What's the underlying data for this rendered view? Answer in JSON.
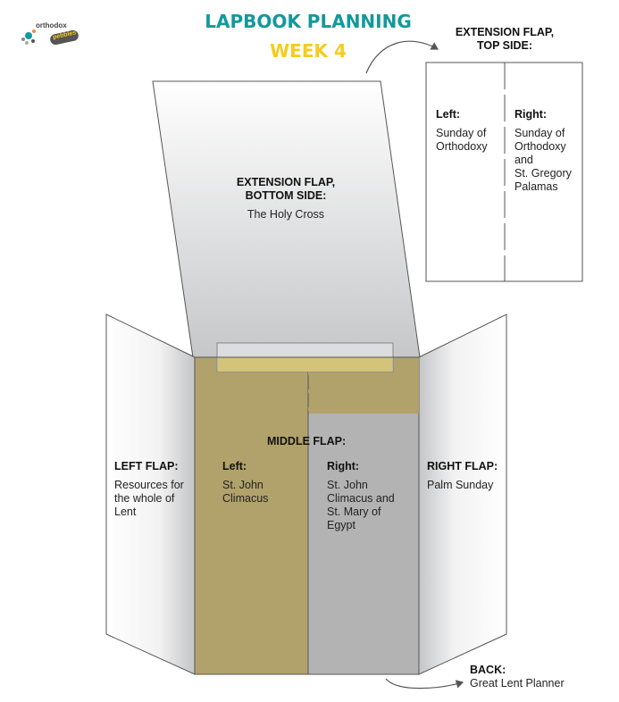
{
  "logo": {
    "text_top": "orthodox",
    "text_bottom": "pebbles"
  },
  "header": {
    "title": "LAPBOOK PLANNING",
    "subtitle": "WEEK 4"
  },
  "colors": {
    "title": "#13999a",
    "subtitle": "#f5cc1f",
    "middle_left": "#b0a26a",
    "middle_right": "#b3b3b3",
    "tape": "#d4c47a"
  },
  "extension_top": {
    "heading_line1": "EXTENSION FLAP,",
    "heading_line2": "TOP SIDE:",
    "left_label": "Left:",
    "left_text": [
      "Sunday of",
      "Orthodoxy"
    ],
    "right_label": "Right:",
    "right_text": [
      "Sunday of",
      "Orthodoxy",
      "and",
      "St. Gregory",
      "Palamas"
    ]
  },
  "extension_bottom": {
    "heading_line1": "EXTENSION FLAP,",
    "heading_line2": "BOTTOM SIDE:",
    "text": "The Holy Cross"
  },
  "left_flap": {
    "label": "LEFT FLAP:",
    "text": [
      "Resources for",
      "the whole of",
      "Lent"
    ]
  },
  "middle_flap": {
    "label": "MIDDLE FLAP:",
    "left_label": "Left:",
    "left_text": [
      "St. John",
      "Climacus"
    ],
    "right_label": "Right:",
    "right_text": [
      "St. John",
      "Climacus and",
      "St. Mary of",
      "Egypt"
    ]
  },
  "right_flap": {
    "label": "RIGHT FLAP:",
    "text": [
      "Palm Sunday"
    ]
  },
  "back": {
    "label": "BACK:",
    "text": "Great Lent Planner"
  }
}
